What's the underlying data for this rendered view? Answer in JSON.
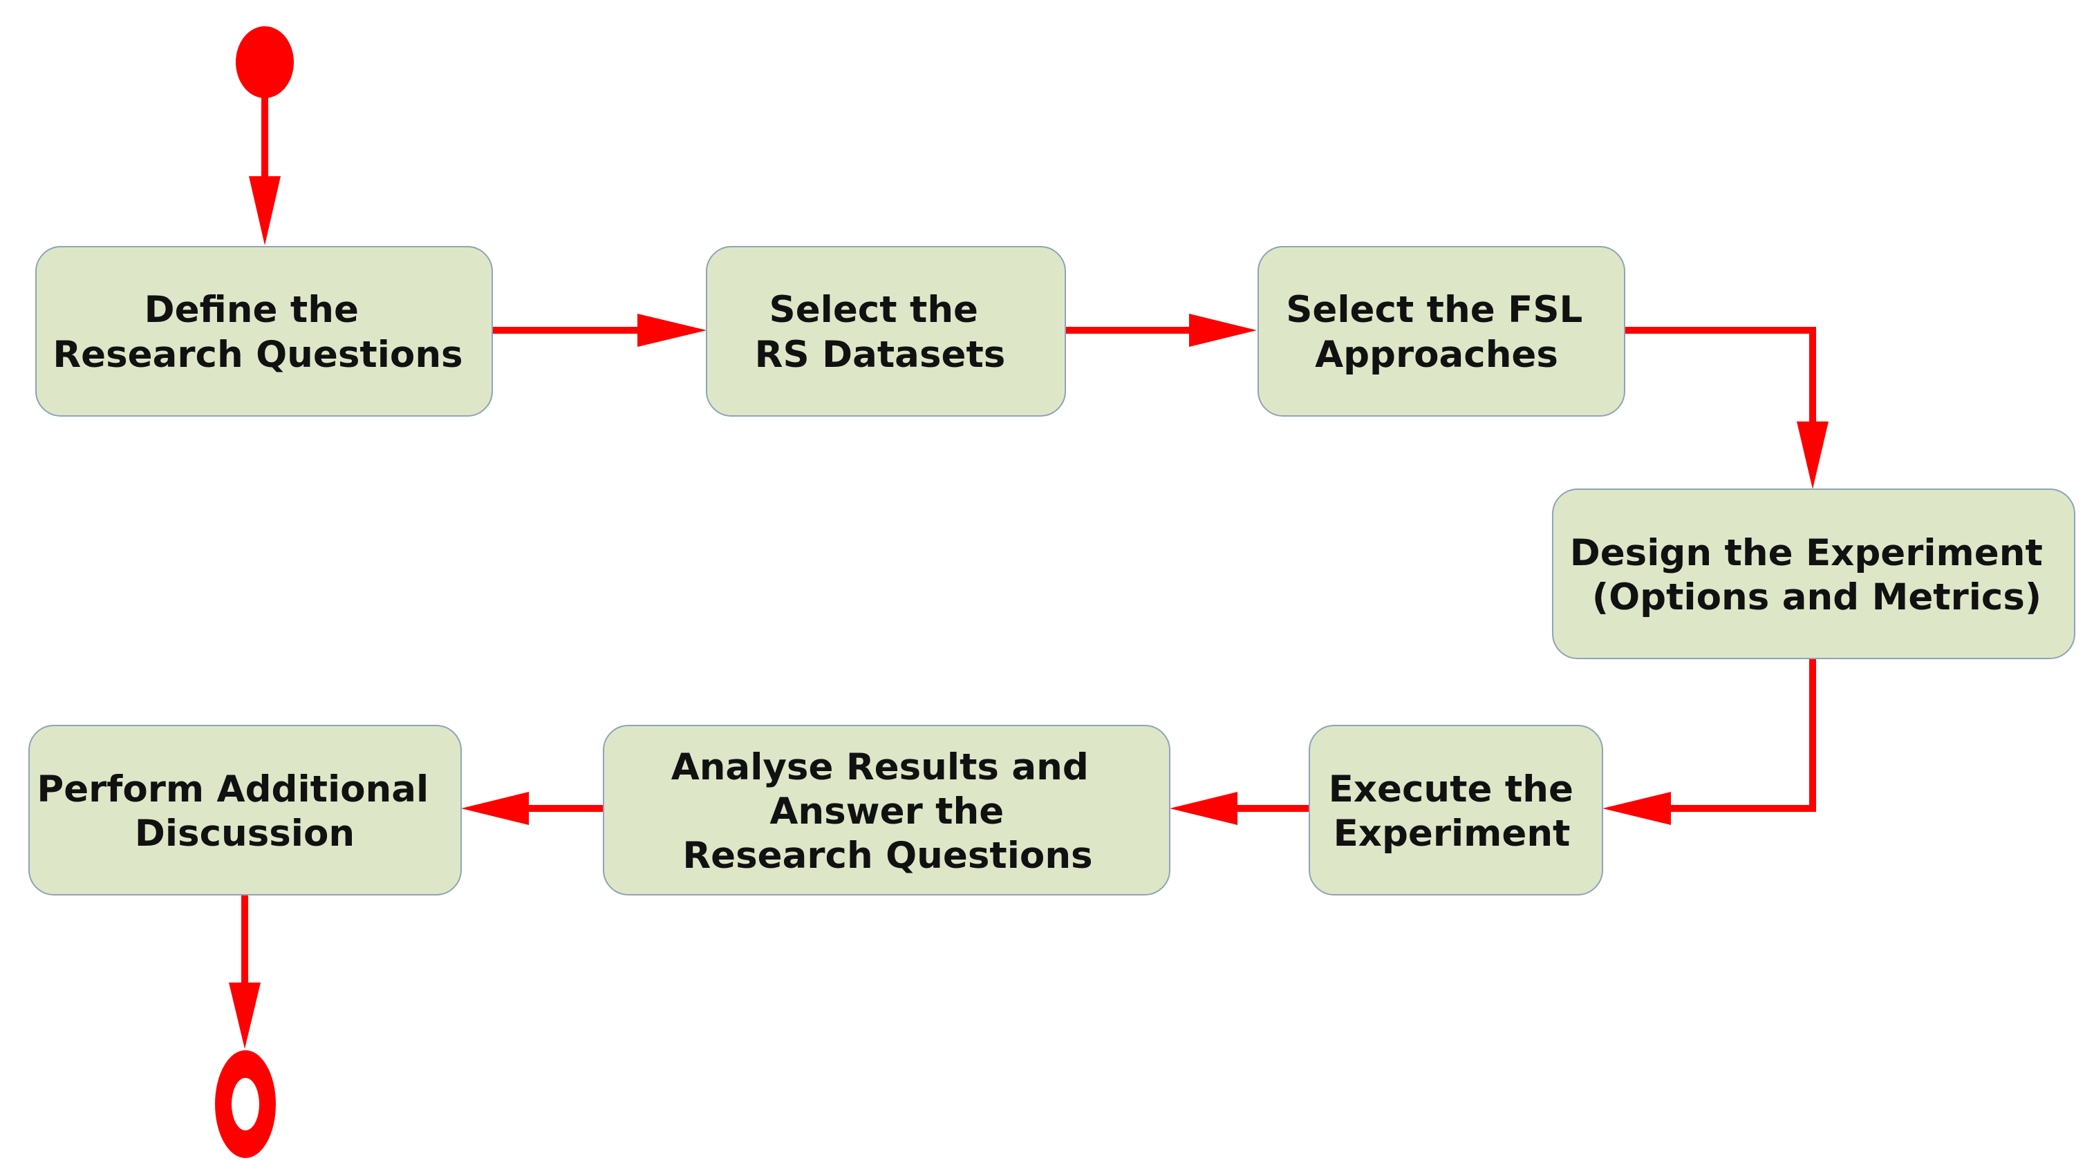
{
  "diagram": {
    "type": "activity-flow",
    "colors": {
      "node_fill": "#dde7c8",
      "node_border": "#8fa3b8",
      "edge": "#ff0000",
      "text": "#111111"
    },
    "nodes": [
      {
        "id": "define-research-questions",
        "lines": [
          "Define the",
          "Research Questions"
        ]
      },
      {
        "id": "select-rs-datasets",
        "lines": [
          "Select the",
          "RS Datasets"
        ]
      },
      {
        "id": "select-fsl-approaches",
        "lines": [
          "Select the FSL",
          "Approaches"
        ]
      },
      {
        "id": "design-experiment",
        "lines": [
          "Design the Experiment",
          "(Options and Metrics)"
        ]
      },
      {
        "id": "execute-experiment",
        "lines": [
          "Execute the",
          "Experiment"
        ]
      },
      {
        "id": "analyse-results",
        "lines": [
          "Analyse Results and",
          "Answer the",
          "Research Questions"
        ]
      },
      {
        "id": "perform-discussion",
        "lines": [
          "Perform Additional",
          "Discussion"
        ]
      }
    ],
    "edges": [
      {
        "from": "start",
        "to": "define-research-questions"
      },
      {
        "from": "define-research-questions",
        "to": "select-rs-datasets"
      },
      {
        "from": "select-rs-datasets",
        "to": "select-fsl-approaches"
      },
      {
        "from": "select-fsl-approaches",
        "to": "design-experiment"
      },
      {
        "from": "design-experiment",
        "to": "execute-experiment"
      },
      {
        "from": "execute-experiment",
        "to": "analyse-results"
      },
      {
        "from": "analyse-results",
        "to": "perform-discussion"
      },
      {
        "from": "perform-discussion",
        "to": "end"
      }
    ]
  }
}
